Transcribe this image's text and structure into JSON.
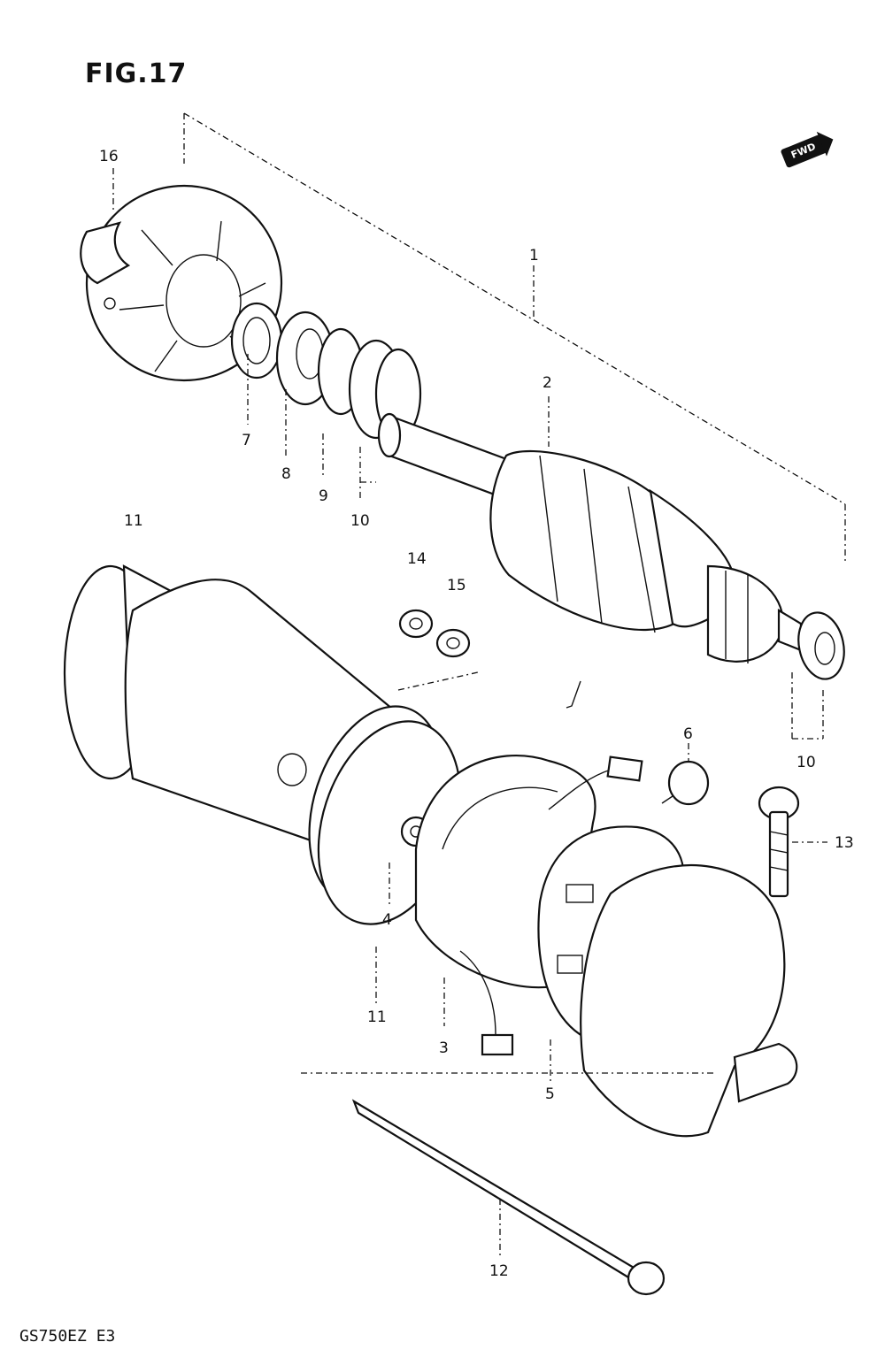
{
  "header": {
    "figure_title": "FIG.17",
    "fwd_label": "FWD"
  },
  "footer": {
    "model_code": "GS750EZ E3"
  },
  "callouts": [
    {
      "id": "c1",
      "label": "1"
    },
    {
      "id": "c2",
      "label": "2"
    },
    {
      "id": "c3",
      "label": "3"
    },
    {
      "id": "c4",
      "label": "4"
    },
    {
      "id": "c5",
      "label": "5"
    },
    {
      "id": "c6",
      "label": "6"
    },
    {
      "id": "c7",
      "label": "7"
    },
    {
      "id": "c8",
      "label": "8"
    },
    {
      "id": "c9",
      "label": "9"
    },
    {
      "id": "c10a",
      "label": "10"
    },
    {
      "id": "c10b",
      "label": "10"
    },
    {
      "id": "c11a",
      "label": "11"
    },
    {
      "id": "c11b",
      "label": "11"
    },
    {
      "id": "c12",
      "label": "12"
    },
    {
      "id": "c13",
      "label": "13"
    },
    {
      "id": "c14",
      "label": "14"
    },
    {
      "id": "c15",
      "label": "15"
    },
    {
      "id": "c16",
      "label": "16"
    }
  ]
}
